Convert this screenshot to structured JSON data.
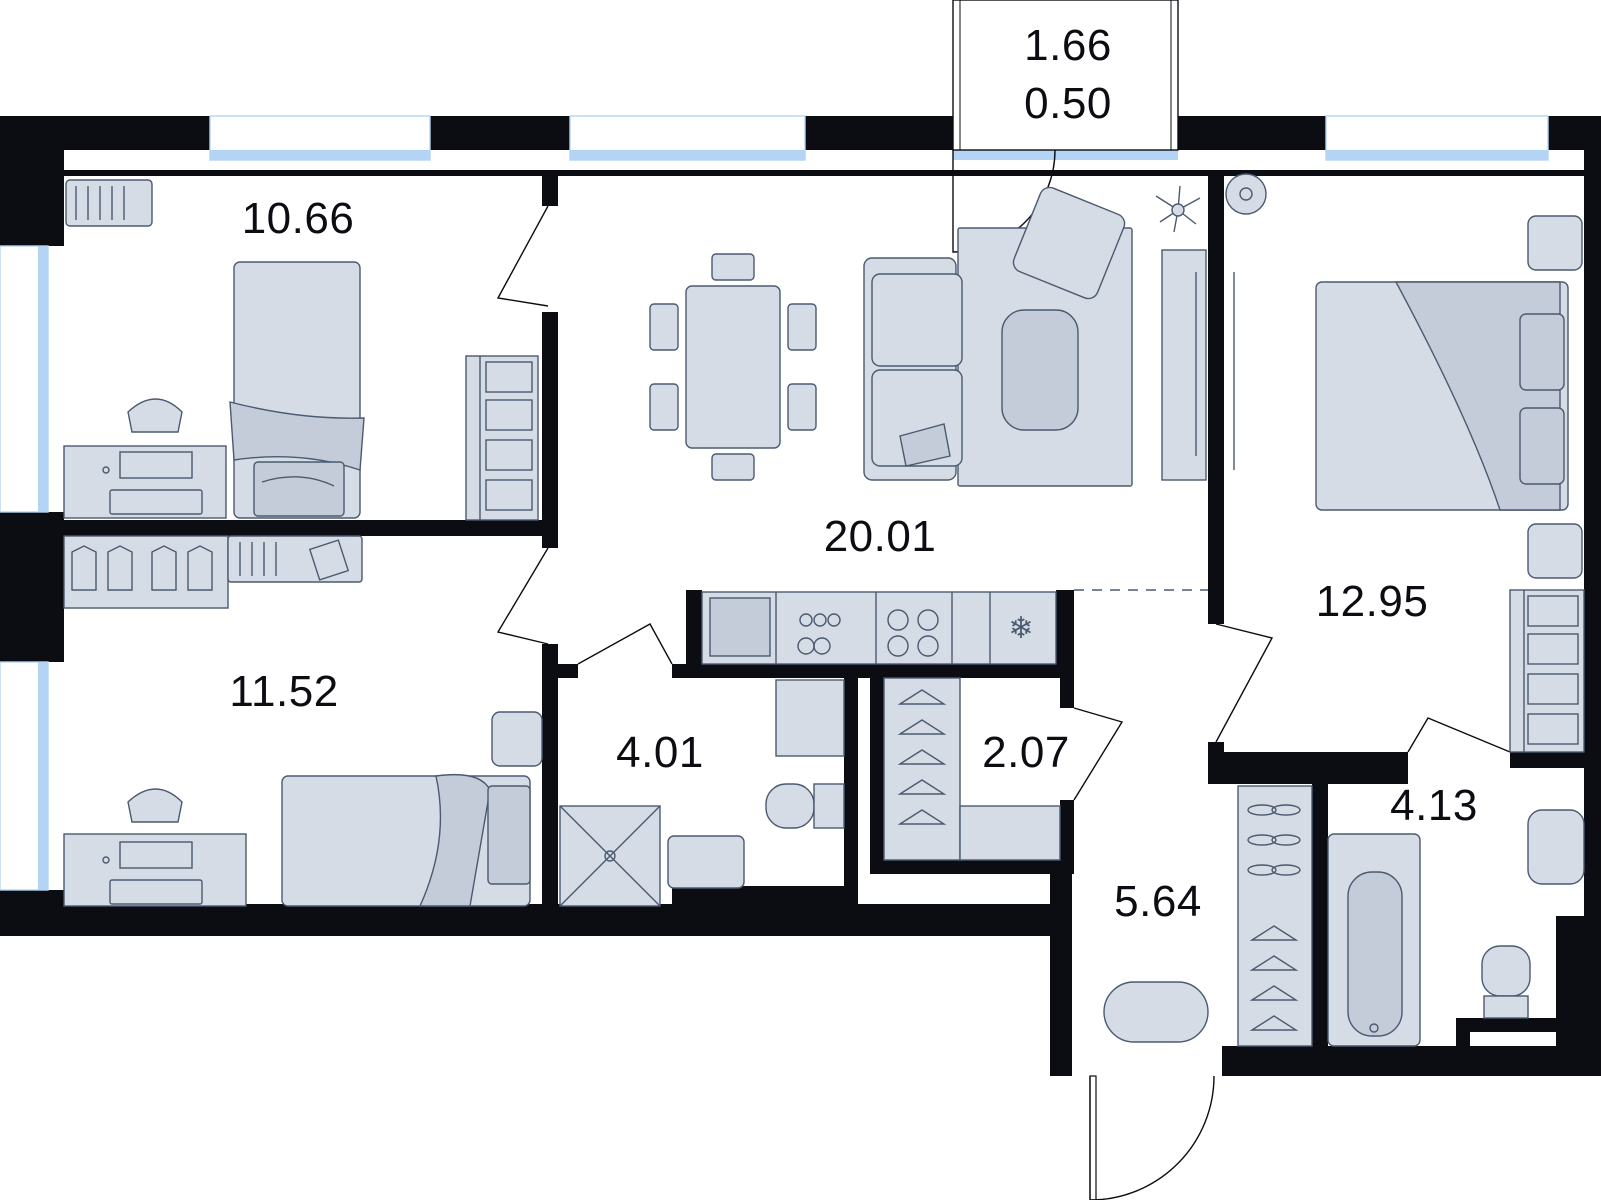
{
  "colors": {
    "wall": "#0b0d12",
    "furniture_fill": "#d6dce5",
    "furniture_stroke": "#4b5a70",
    "window": "#b3d4f5",
    "background": "#ffffff"
  },
  "balcony": {
    "area_top": "1.66",
    "area_bottom": "0.50"
  },
  "rooms": [
    {
      "id": "bedroom-1",
      "area": "10.66"
    },
    {
      "id": "bedroom-2",
      "area": "11.52"
    },
    {
      "id": "living-kitchen",
      "area": "20.01"
    },
    {
      "id": "bathroom-1",
      "area": "4.01"
    },
    {
      "id": "wardrobe",
      "area": "2.07"
    },
    {
      "id": "hallway",
      "area": "5.64"
    },
    {
      "id": "master-bedroom",
      "area": "12.95"
    },
    {
      "id": "bathroom-2",
      "area": "4.13"
    }
  ]
}
